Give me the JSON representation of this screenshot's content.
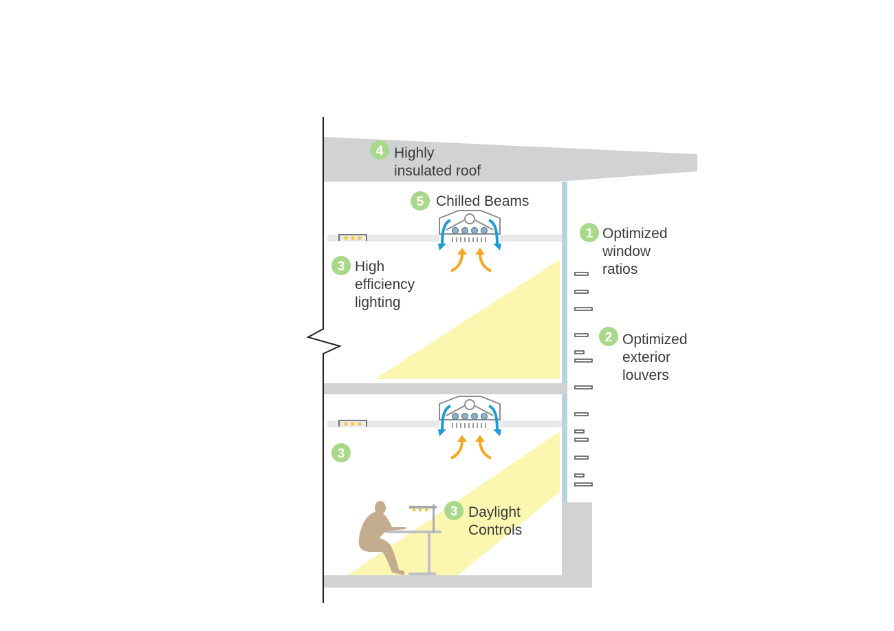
{
  "colors": {
    "slab": "#d1d2d4",
    "ceiling": "#e8e9ea",
    "glass": "#b7d3e0",
    "daylight": "#fbf7b0",
    "badge": "#a8d88a",
    "airflow_cold": "#1e9ad6",
    "airflow_warm": "#f5a623",
    "person": "#c4ad8f",
    "lamp_light": "#f8c62c",
    "line": "#222222"
  },
  "labels": {
    "roof": {
      "number": "4",
      "lines": [
        "Highly",
        "insulated roof"
      ]
    },
    "beams": {
      "number": "5",
      "lines": [
        "Chilled Beams"
      ]
    },
    "windows": {
      "number": "1",
      "lines": [
        "Optimized",
        "window",
        "ratios"
      ]
    },
    "louvers": {
      "number": "2",
      "lines": [
        "Optimized",
        "exterior",
        "louvers"
      ]
    },
    "lighting": {
      "number": "3",
      "lines": [
        "High",
        "efficiency",
        "lighting"
      ]
    },
    "lighting_lower": {
      "number": "3"
    },
    "daylight": {
      "number": "3",
      "lines": [
        "Daylight",
        "Controls"
      ]
    }
  },
  "icons": {
    "chilled_beam": "chilled-beam-icon",
    "light_fixture": "light-fixture-icon",
    "person": "seated-person-icon",
    "desk_lamp": "desk-lamp-icon",
    "warm_air": "warm-air-arrows-icon",
    "louver": "louver-blade-icon"
  }
}
